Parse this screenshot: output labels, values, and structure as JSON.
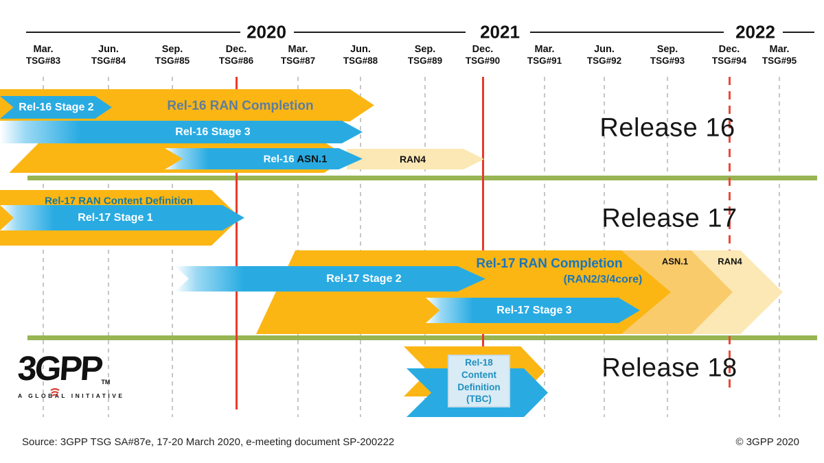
{
  "header": {
    "years": [
      "2020",
      "2021",
      "2022"
    ],
    "columns": [
      {
        "month": "Mar.",
        "meeting": "TSG#83",
        "line": "gray"
      },
      {
        "month": "Jun.",
        "meeting": "TSG#84",
        "line": "gray"
      },
      {
        "month": "Sep.",
        "meeting": "TSG#85",
        "line": "gray"
      },
      {
        "month": "Dec.",
        "meeting": "TSG#86",
        "line": "red"
      },
      {
        "month": "Mar.",
        "meeting": "TSG#87",
        "line": "gray"
      },
      {
        "month": "Jun.",
        "meeting": "TSG#88",
        "line": "gray"
      },
      {
        "month": "Sep.",
        "meeting": "TSG#89",
        "line": "gray"
      },
      {
        "month": "Dec.",
        "meeting": "TSG#90",
        "line": "red"
      },
      {
        "month": "Mar.",
        "meeting": "TSG#91",
        "line": "gray"
      },
      {
        "month": "Jun.",
        "meeting": "TSG#92",
        "line": "gray"
      },
      {
        "month": "Sep.",
        "meeting": "TSG#93",
        "line": "gray"
      },
      {
        "month": "Dec.",
        "meeting": "TSG#94",
        "line": "red-dashed"
      },
      {
        "month": "Mar.",
        "meeting": "TSG#95",
        "line": "gray"
      }
    ]
  },
  "release16": {
    "title": "Release 16",
    "ran_completion": "Rel-16 RAN Completion",
    "stage2": "Rel-16 Stage 2",
    "stage3": "Rel-16 Stage 3",
    "asn1_prefix": "Rel-16 ",
    "asn1_word": "ASN.1",
    "ran4": "RAN4"
  },
  "release17": {
    "title": "Release 17",
    "content_definition": "Rel-17 RAN Content Definition",
    "stage1": "Rel-17 Stage 1",
    "stage2": "Rel-17 Stage 2",
    "ran_completion_line1": "Rel-17 RAN Completion",
    "ran_completion_line2": "(RAN2/3/4core)",
    "asn1": "ASN.1",
    "ran4": "RAN4",
    "stage3": "Rel-17 Stage 3"
  },
  "release18": {
    "title": "Release 18",
    "content_definition": "Rel-18\nContent\nDefinition\n(TBC)"
  },
  "logo": {
    "text": "3GPP",
    "tm": "TM",
    "tagline": "A GLOBAL INITIATIVE"
  },
  "footer": {
    "source": "Source: 3GPP TSG SA#87e, 17-20 March 2020, e-meeting document SP-200222",
    "copyright": "© 3GPP 2020"
  },
  "colors": {
    "yellow": "#FBB614",
    "orange_light": "#FACB6B",
    "cream": "#FCE8B4",
    "blue": "#29ABE2",
    "green_divider": "#97B553",
    "red_line": "#E73B2B",
    "gray_gridline": "#C6C6C6",
    "rel16_completion_text": "#5E7D9E",
    "rel17_content_text": "#16799E",
    "rel17_completion_text": "#1B75BC",
    "rel18_box_text": "#1E8FBF"
  }
}
